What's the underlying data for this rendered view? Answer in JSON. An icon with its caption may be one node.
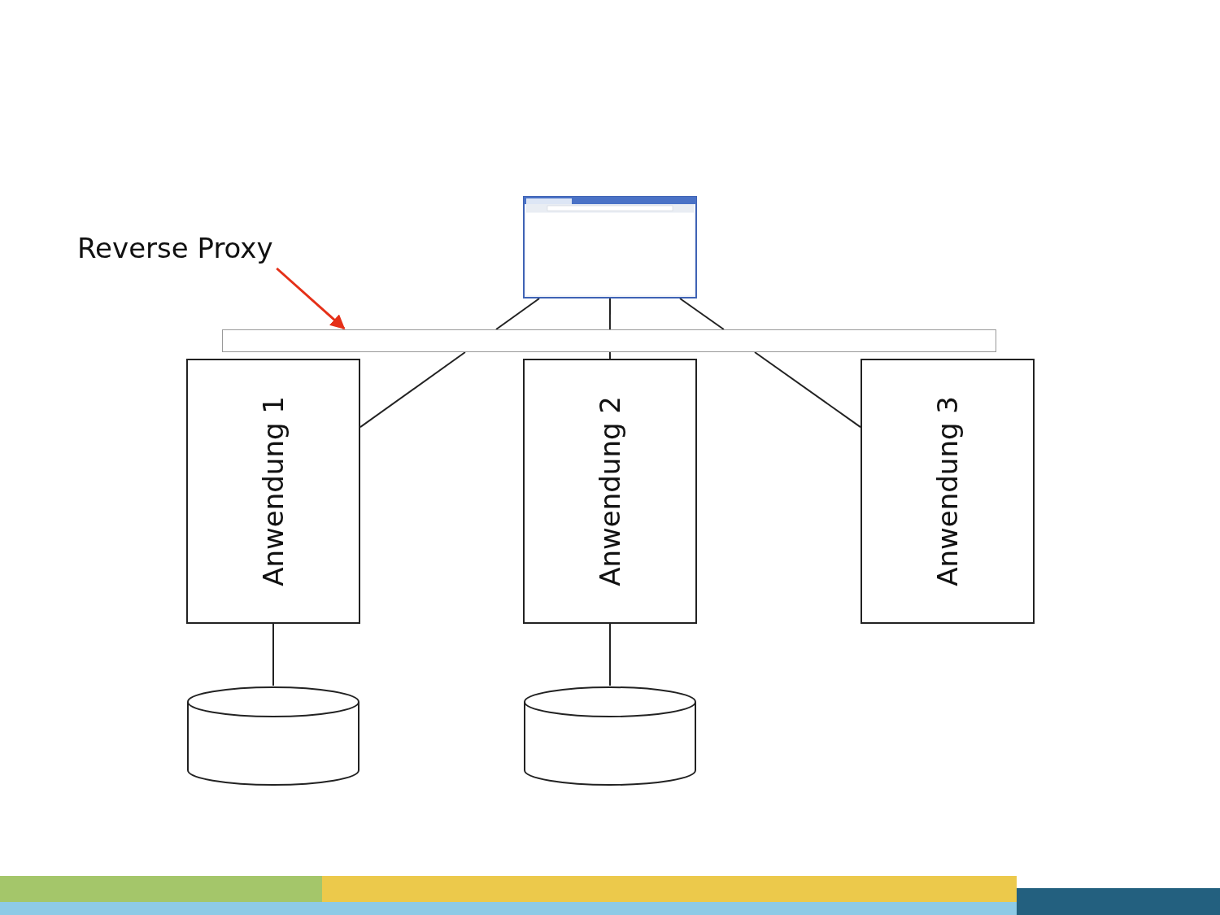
{
  "diagram": {
    "nodes": [
      {
        "text": [
          "Reverse Proxy"
        ]
      },
      {
        "text": [],
        "shape": "picture"
      },
      {
        "text": [],
        "shape": "bar"
      },
      {
        "text": [
          "Anwendung 1"
        ]
      },
      {
        "text": [
          "Anwendung 2"
        ]
      },
      {
        "text": [
          "Anwendung 3"
        ]
      },
      {
        "text": [],
        "shape": "cylinder"
      },
      {
        "text": [],
        "shape": "cylinder"
      }
    ],
    "edges": [
      {
        "from": 0,
        "to": 2,
        "arrow": "to",
        "color": "#e53018"
      },
      {
        "from": 1,
        "to": 2,
        "arrow": "none"
      },
      {
        "from": 1,
        "to": 2,
        "arrow": "none"
      },
      {
        "from": 1,
        "to": 2,
        "arrow": "none"
      },
      {
        "from": 2,
        "to": 3,
        "arrow": "none"
      },
      {
        "from": 2,
        "to": 4,
        "arrow": "none"
      },
      {
        "from": 2,
        "to": 5,
        "arrow": "none"
      },
      {
        "from": 3,
        "to": 6,
        "arrow": "none"
      },
      {
        "from": 4,
        "to": 7,
        "arrow": "none"
      }
    ]
  }
}
